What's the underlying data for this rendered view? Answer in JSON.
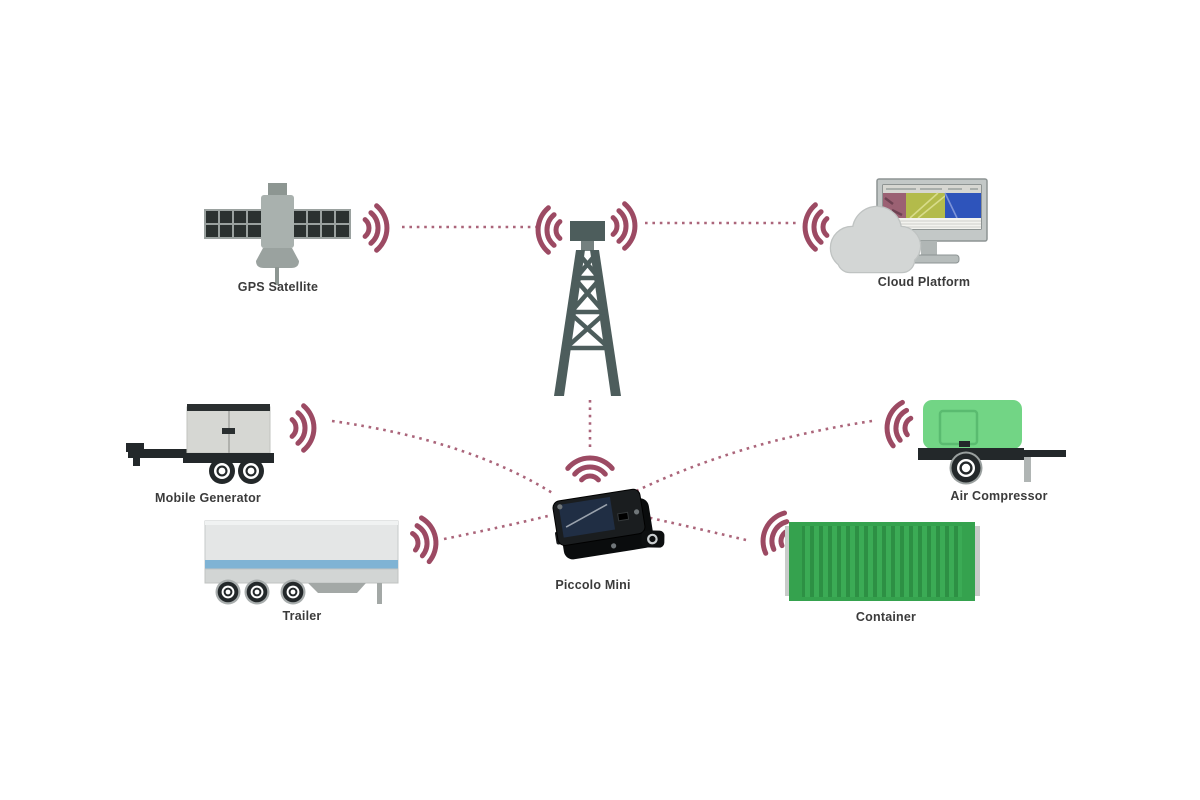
{
  "diagram": {
    "background_color": "#ffffff",
    "signal_color": "#9c4a63",
    "tower_color": "#4d5d5c",
    "container_green": "#35a24e",
    "compressor_green": "#72d585",
    "trailer_stripe_blue": "#7fb3d4",
    "nodes": {
      "gps_satellite": {
        "label": "GPS Satellite"
      },
      "cloud_platform": {
        "label": "Cloud Platform"
      },
      "mobile_generator": {
        "label": "Mobile Generator"
      },
      "trailer": {
        "label": "Trailer"
      },
      "piccolo_mini": {
        "label": "Piccolo Mini"
      },
      "air_compressor": {
        "label": "Air Compressor"
      },
      "container": {
        "label": "Container"
      }
    },
    "connections": [
      {
        "from": "gps_satellite",
        "to": "cell_tower",
        "style": "dotted-wireless"
      },
      {
        "from": "cell_tower",
        "to": "cloud_platform",
        "style": "dotted-wireless"
      },
      {
        "from": "cell_tower",
        "to": "piccolo_mini",
        "style": "dotted-wireless"
      },
      {
        "from": "mobile_generator",
        "to": "piccolo_mini",
        "style": "dotted-wireless"
      },
      {
        "from": "trailer",
        "to": "piccolo_mini",
        "style": "dotted-wireless"
      },
      {
        "from": "air_compressor",
        "to": "piccolo_mini",
        "style": "dotted-wireless"
      },
      {
        "from": "container",
        "to": "piccolo_mini",
        "style": "dotted-wireless"
      }
    ]
  }
}
